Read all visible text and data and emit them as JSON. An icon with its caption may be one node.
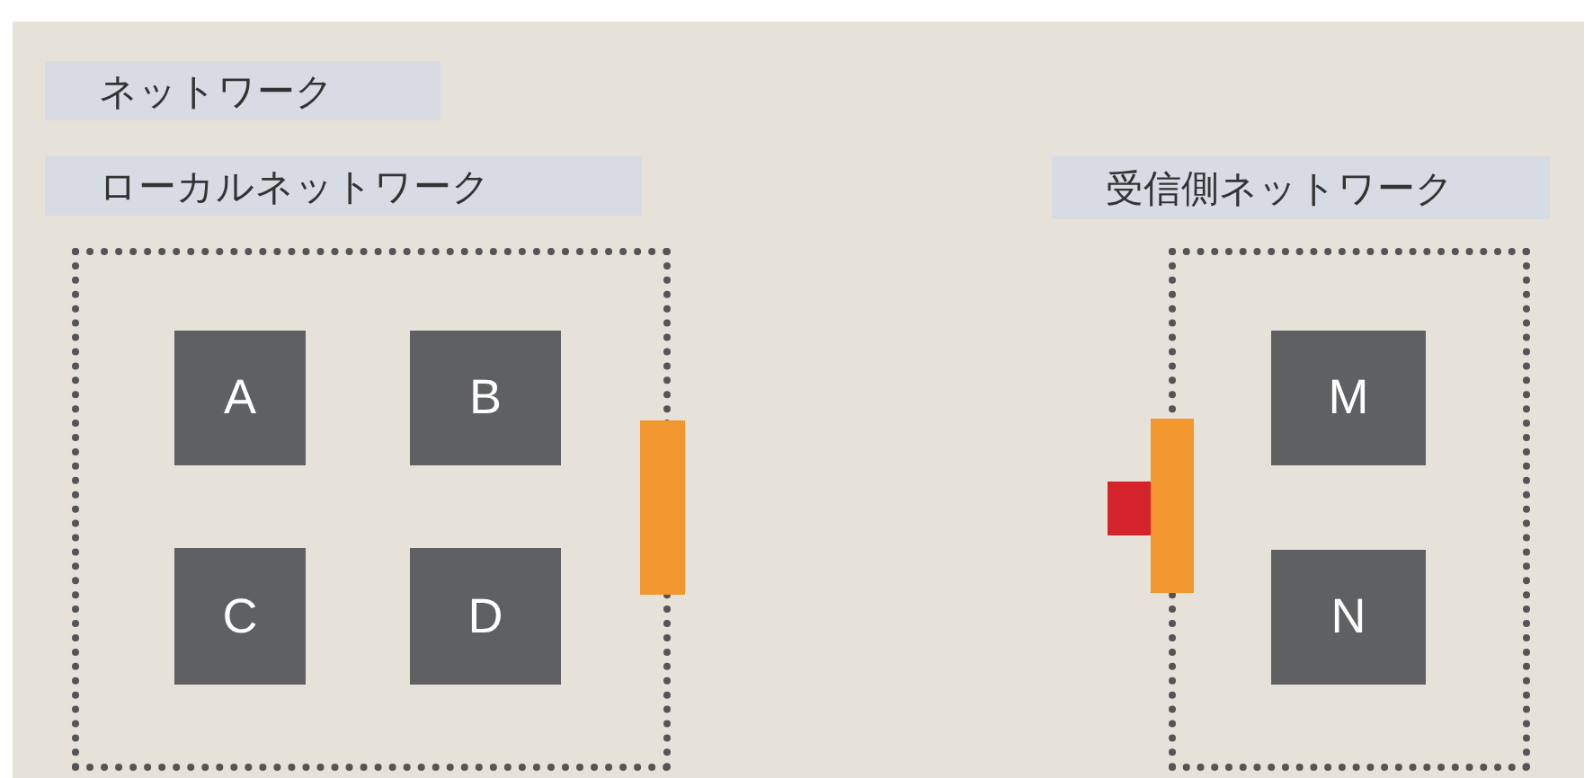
{
  "diagram": {
    "nodes": [
      {
        "text": [
          "ネットワーク"
        ]
      },
      {
        "text": [
          "ローカルネットワーク"
        ]
      },
      {
        "text": [],
        "shape": "box"
      },
      {
        "text": [
          "A"
        ],
        "in": 2
      },
      {
        "text": [
          "B"
        ],
        "in": 2
      },
      {
        "text": [
          "C"
        ],
        "in": 2
      },
      {
        "text": [
          "D"
        ],
        "in": 2
      },
      {
        "text": [],
        "shape": "bar"
      },
      {
        "text": [
          "受信側ネットワーク"
        ]
      },
      {
        "text": [],
        "shape": "box"
      },
      {
        "text": [],
        "shape": "box"
      },
      {
        "text": [],
        "shape": "bar"
      },
      {
        "text": [
          "M"
        ],
        "in": 9
      },
      {
        "text": [
          "N"
        ],
        "in": 9
      }
    ]
  }
}
